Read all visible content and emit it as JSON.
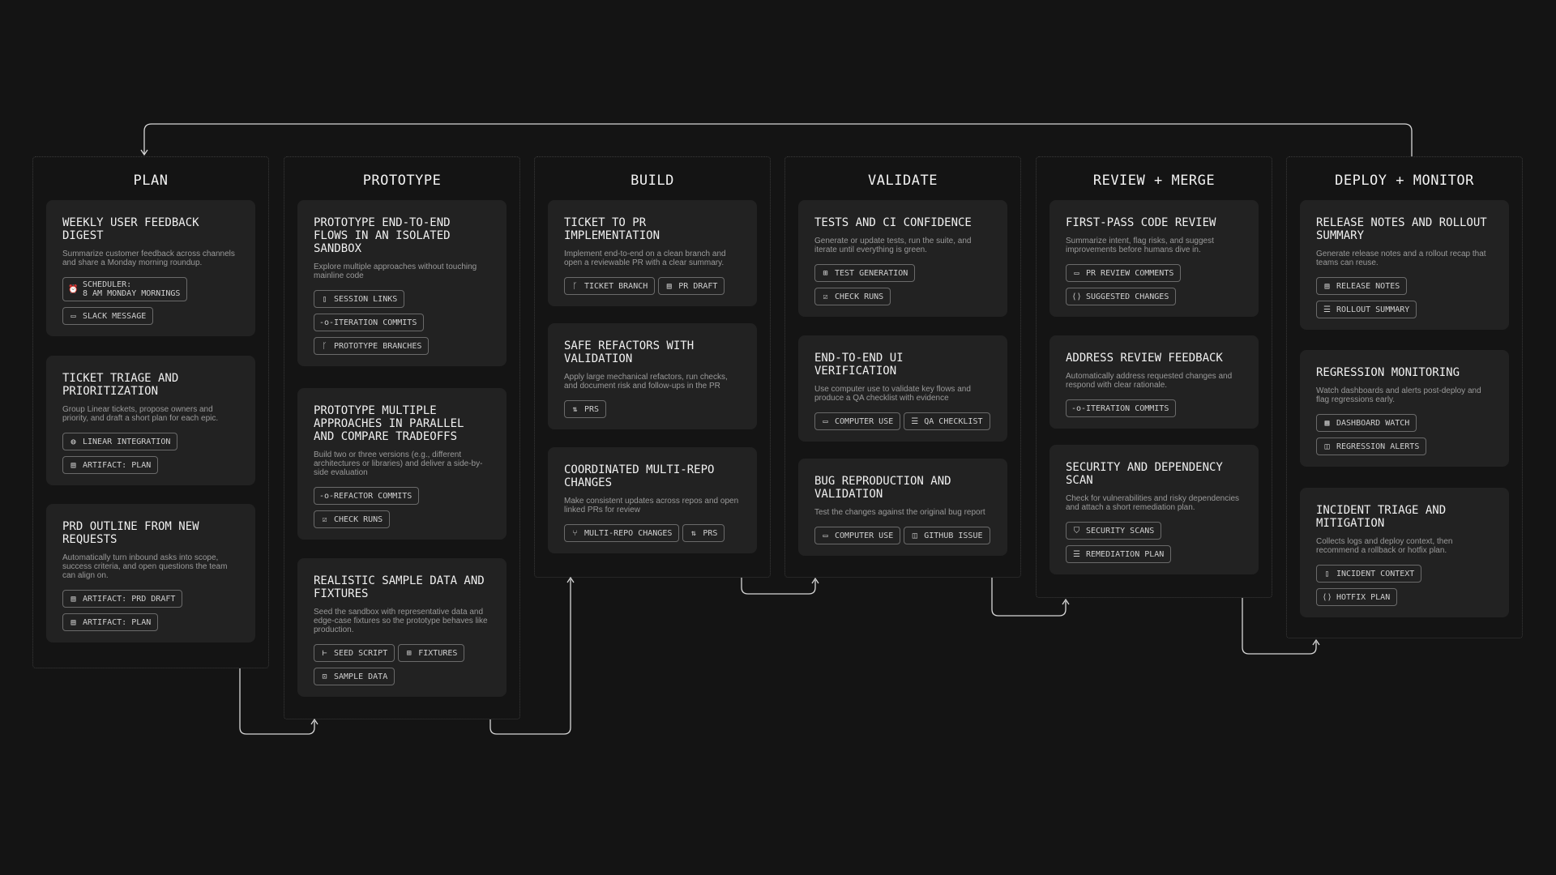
{
  "stages": [
    {
      "title": "PLAN",
      "cards": [
        {
          "title": "WEEKLY USER FEEDBACK DIGEST",
          "desc": "Summarize customer feedback across channels and share a Monday morning roundup.",
          "chips": [
            {
              "label": "SCHEDULER:\n8 AM MONDAY MORNINGS",
              "icon": "alarm-clock-icon",
              "glyph": "⏰"
            },
            {
              "label": "SLACK MESSAGE",
              "icon": "message-icon",
              "glyph": "▭"
            }
          ]
        },
        {
          "title": "TICKET TRIAGE AND PRIORITIZATION",
          "desc": "Group Linear tickets, propose owners and priority, and draft a short plan for each epic.",
          "chips": [
            {
              "label": "LINEAR INTEGRATION",
              "icon": "linear-logo-icon",
              "glyph": "◍"
            },
            {
              "label": "ARTIFACT: PLAN",
              "icon": "document-icon",
              "glyph": "▤"
            }
          ]
        },
        {
          "title": "PRD OUTLINE FROM NEW REQUESTS",
          "desc": "Automatically turn inbound asks into scope, success criteria, and open questions the team can align on.",
          "chips": [
            {
              "label": "ARTIFACT: PRD DRAFT",
              "icon": "document-icon",
              "glyph": "▤"
            },
            {
              "label": "ARTIFACT: PLAN",
              "icon": "document-icon",
              "glyph": "▤"
            }
          ]
        }
      ]
    },
    {
      "title": "PROTOTYPE",
      "cards": [
        {
          "title": "PROTOTYPE END-TO-END FLOWS IN AN ISOLATED SANDBOX",
          "desc": "Explore multiple approaches without touching mainline code",
          "chips": [
            {
              "label": "SESSION LINKS",
              "icon": "book-icon",
              "glyph": "▯"
            },
            {
              "label": "ITERATION COMMITS",
              "icon": "commit-icon",
              "glyph": "-o-"
            },
            {
              "label": "PROTOTYPE BRANCHES",
              "icon": "branch-icon",
              "glyph": "ᚴ"
            }
          ]
        },
        {
          "title": "PROTOTYPE MULTIPLE APPROACHES IN PARALLEL AND COMPARE TRADEOFFS",
          "desc": "Build two or three versions (e.g., different architectures or libraries) and deliver a side-by-side evaluation",
          "chips": [
            {
              "label": "REFACTOR COMMITS",
              "icon": "commit-icon",
              "glyph": "-o-"
            },
            {
              "label": "CHECK RUNS",
              "icon": "checkbox-icon",
              "glyph": "☑"
            }
          ]
        },
        {
          "title": "REALISTIC SAMPLE DATA AND FIXTURES",
          "desc": "Seed the sandbox with representative data and edge-case fixtures so the prototype behaves like production.",
          "chips": [
            {
              "label": "SEED SCRIPT",
              "icon": "tree-icon",
              "glyph": "⊢"
            },
            {
              "label": "FIXTURES",
              "icon": "grid-icon",
              "glyph": "⊞"
            },
            {
              "label": "SAMPLE DATA",
              "icon": "shapes-icon",
              "glyph": "⊡"
            }
          ]
        }
      ]
    },
    {
      "title": "BUILD",
      "cards": [
        {
          "title": "TICKET TO PR IMPLEMENTATION",
          "desc": "Implement end-to-end on a clean branch and open a reviewable PR with a clear summary.",
          "chips": [
            {
              "label": "TICKET BRANCH",
              "icon": "branch-icon",
              "glyph": "ᚴ"
            },
            {
              "label": "PR DRAFT",
              "icon": "document-icon",
              "glyph": "▤"
            }
          ]
        },
        {
          "title": "SAFE REFACTORS WITH VALIDATION",
          "desc": "Apply large mechanical refactors, run checks, and document risk and follow-ups in the PR",
          "chips": [
            {
              "label": "PRS",
              "icon": "pull-request-icon",
              "glyph": "⇅"
            }
          ]
        },
        {
          "title": "COORDINATED MULTI-REPO CHANGES",
          "desc": "Make consistent updates across repos and open linked PRs for review",
          "chips": [
            {
              "label": "MULTI-REPO CHANGES",
              "icon": "merge-icon",
              "glyph": "⑂"
            },
            {
              "label": "PRS",
              "icon": "pull-request-icon",
              "glyph": "⇅"
            }
          ]
        }
      ]
    },
    {
      "title": "VALIDATE",
      "cards": [
        {
          "title": "TESTS AND CI CONFIDENCE",
          "desc": "Generate or update tests, run the suite, and iterate until everything is green.",
          "chips": [
            {
              "label": "TEST GENERATION",
              "icon": "grid-icon",
              "glyph": "⊞"
            },
            {
              "label": "CHECK RUNS",
              "icon": "checkbox-icon",
              "glyph": "☑"
            }
          ]
        },
        {
          "title": "END-TO-END UI VERIFICATION",
          "desc": "Use computer use to validate key flows and produce a QA checklist with evidence",
          "chips": [
            {
              "label": "COMPUTER USE",
              "icon": "monitor-icon",
              "glyph": "▭"
            },
            {
              "label": "QA CHECKLIST",
              "icon": "list-icon",
              "glyph": "☰"
            }
          ]
        },
        {
          "title": "BUG REPRODUCTION AND VALIDATION",
          "desc": "Test the changes against the original bug report",
          "chips": [
            {
              "label": "COMPUTER USE",
              "icon": "monitor-icon",
              "glyph": "▭"
            },
            {
              "label": "GITHUB ISSUE",
              "icon": "issue-icon",
              "glyph": "◫"
            }
          ]
        }
      ]
    },
    {
      "title": "REVIEW + MERGE",
      "cards": [
        {
          "title": "FIRST-PASS CODE REVIEW",
          "desc": "Summarize intent, flag risks, and suggest improvements before humans dive in.",
          "chips": [
            {
              "label": "PR REVIEW COMMENTS",
              "icon": "comment-icon",
              "glyph": "▭"
            },
            {
              "label": "SUGGESTED CHANGES",
              "icon": "code-icon",
              "glyph": "⟨⟩"
            }
          ]
        },
        {
          "title": "ADDRESS REVIEW FEEDBACK",
          "desc": "Automatically address requested changes and respond with clear rationale.",
          "chips": [
            {
              "label": "ITERATION COMMITS",
              "icon": "commit-icon",
              "glyph": "-o-"
            }
          ]
        },
        {
          "title": "SECURITY AND DEPENDENCY SCAN",
          "desc": "Check for vulnerabilities and risky dependencies and attach a short remediation plan.",
          "chips": [
            {
              "label": "SECURITY SCANS",
              "icon": "shield-icon",
              "glyph": "⛉"
            },
            {
              "label": "REMEDIATION PLAN",
              "icon": "list-icon",
              "glyph": "☰"
            }
          ]
        }
      ]
    },
    {
      "title": "DEPLOY + MONITOR",
      "cards": [
        {
          "title": "RELEASE NOTES AND ROLLOUT SUMMARY",
          "desc": "Generate release notes and a rollout recap that teams can reuse.",
          "chips": [
            {
              "label": "RELEASE NOTES",
              "icon": "document-icon",
              "glyph": "▤"
            },
            {
              "label": "ROLLOUT SUMMARY",
              "icon": "list-icon",
              "glyph": "☰"
            }
          ]
        },
        {
          "title": "REGRESSION MONITORING",
          "desc": "Watch dashboards and alerts post-deploy and flag regressions early.",
          "chips": [
            {
              "label": "DASHBOARD WATCH",
              "icon": "dashboard-icon",
              "glyph": "▦"
            },
            {
              "label": "REGRESSION ALERTS",
              "icon": "alert-icon",
              "glyph": "◫"
            }
          ]
        },
        {
          "title": "INCIDENT TRIAGE AND MITIGATION",
          "desc": "Collects logs and deploy context, then recommend a rollback or hotfix plan.",
          "chips": [
            {
              "label": "INCIDENT CONTEXT",
              "icon": "clipboard-icon",
              "glyph": "▯"
            },
            {
              "label": "HOTFIX PLAN",
              "icon": "code-icon",
              "glyph": "⟨⟩"
            }
          ]
        }
      ]
    }
  ]
}
